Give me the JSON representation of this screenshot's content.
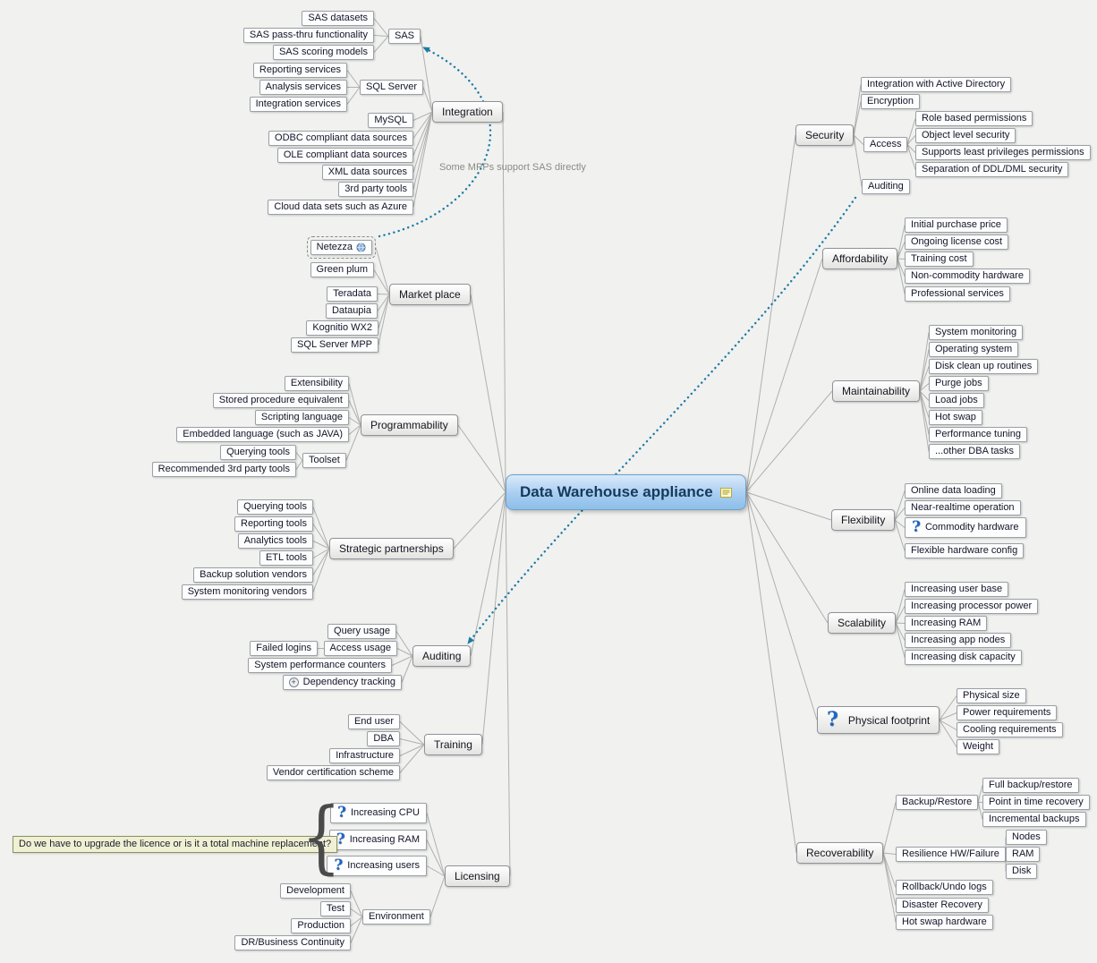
{
  "center": {
    "label": "Data Warehouse appliance"
  },
  "floating_note": "Some MPPs support SAS directly",
  "callout": "Do we have to upgrade the licence or is it a total machine replacement?",
  "integration": {
    "label": "Integration",
    "sas": {
      "label": "SAS",
      "items": [
        "SAS datasets",
        "SAS pass-thru functionality",
        "SAS scoring models"
      ]
    },
    "sql_server": {
      "label": "SQL Server",
      "items": [
        "Reporting services",
        "Analysis services",
        "Integration services"
      ]
    },
    "items": [
      "MySQL",
      "ODBC compliant data sources",
      "OLE compliant data sources",
      "XML data sources",
      "3rd party tools",
      "Cloud data sets such as Azure"
    ]
  },
  "market_place": {
    "label": "Market place",
    "items": [
      "Netezza",
      "Green plum",
      "Teradata",
      "Dataupia",
      "Kognitio WX2",
      "SQL Server MPP"
    ]
  },
  "programmability": {
    "label": "Programmability",
    "items": [
      "Extensibility",
      "Stored procedure equivalent",
      "Scripting language",
      "Embedded language (such as JAVA)"
    ],
    "toolset": {
      "label": "Toolset",
      "items": [
        "Querying tools",
        "Recommended 3rd party tools"
      ]
    }
  },
  "strategic_partnerships": {
    "label": "Strategic partnerships",
    "items": [
      "Querying tools",
      "Reporting tools",
      "Analytics tools",
      "ETL tools",
      "Backup solution vendors",
      "System monitoring vendors"
    ]
  },
  "auditing": {
    "label": "Auditing",
    "items": [
      "Query usage",
      "System performance counters",
      "Dependency tracking"
    ],
    "access_usage": {
      "label": "Access usage",
      "items": [
        "Failed logins"
      ]
    }
  },
  "training": {
    "label": "Training",
    "items": [
      "End user",
      "DBA",
      "Infrastructure",
      "Vendor certification scheme"
    ]
  },
  "licensing": {
    "label": "Licensing",
    "questions": [
      "Increasing CPU",
      "Increasing RAM",
      "Increasing users"
    ],
    "environment": {
      "label": "Environment",
      "items": [
        "Development",
        "Test",
        "Production",
        "DR/Business Continuity"
      ]
    }
  },
  "security": {
    "label": "Security",
    "items": [
      "Integration with Active Directory",
      "Encryption"
    ],
    "access": {
      "label": "Access",
      "items": [
        "Role based permissions",
        "Object level security",
        "Supports least privileges permissions",
        "Separation of DDL/DML security"
      ]
    },
    "auditing_label": "Auditing"
  },
  "affordability": {
    "label": "Affordability",
    "items": [
      "Initial purchase price",
      "Ongoing license cost",
      "Training cost",
      "Non-commodity hardware",
      "Professional services"
    ]
  },
  "maintainability": {
    "label": "Maintainability",
    "items": [
      "System monitoring",
      "Operating system",
      "Disk clean up routines",
      "Purge jobs",
      "Load jobs",
      "Hot swap",
      "Performance tuning",
      "...other DBA tasks"
    ]
  },
  "flexibility": {
    "label": "Flexibility",
    "items": [
      "Online data loading",
      "Near-realtime operation",
      "Commodity hardware",
      "Flexible hardware config"
    ]
  },
  "scalability": {
    "label": "Scalability",
    "items": [
      "Increasing user base",
      "Increasing processor power",
      "Increasing RAM",
      "Increasing app nodes",
      "Increasing disk capacity"
    ]
  },
  "physical_footprint": {
    "label": "Physical footprint",
    "items": [
      "Physical size",
      "Power requirements",
      "Cooling requirements",
      "Weight"
    ]
  },
  "recoverability": {
    "label": "Recoverability",
    "backup_restore": {
      "label": "Backup/Restore",
      "items": [
        "Full backup/restore",
        "Point in time recovery",
        "Incremental backups"
      ]
    },
    "resilience": {
      "label": "Resilience HW/Failure",
      "items": [
        "Nodes",
        "RAM",
        "Disk"
      ]
    },
    "items": [
      "Rollback/Undo logs",
      "Disaster Recovery",
      "Hot swap hardware"
    ]
  },
  "colors": {
    "relationship": "#1b7ba6",
    "center_fill": "#a9cdf0"
  }
}
